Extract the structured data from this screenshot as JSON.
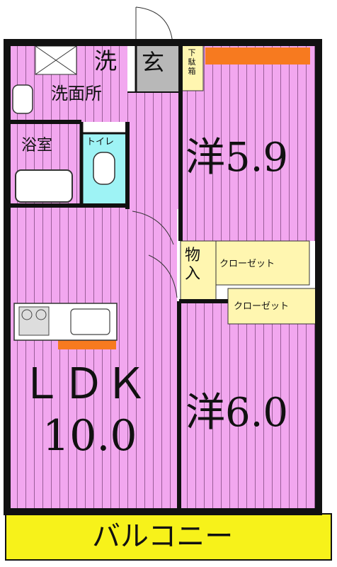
{
  "colors": {
    "room_fill": "#f2a7ef",
    "balcony_fill": "#f7f21a",
    "closet_fill": "#fff6b0",
    "entrance_fill": "#b8b8b8",
    "bath_fill": "#9ef3f5",
    "accent_orange": "#f77a1f",
    "wall": "#111111"
  },
  "rooms": {
    "wash": "洗",
    "entrance": "玄",
    "shoe_box": "下駄箱",
    "washroom": "洗面所",
    "bath": "浴室",
    "toilet": "トイレ",
    "western_north": "洋5.9",
    "storage": "物入",
    "closet_1": "クローゼット",
    "closet_2": "クローゼット",
    "ldk": "ＬＤＫ",
    "ldk_size": "10.0",
    "western_south": "洋6.0",
    "balcony": "バルコニー"
  }
}
